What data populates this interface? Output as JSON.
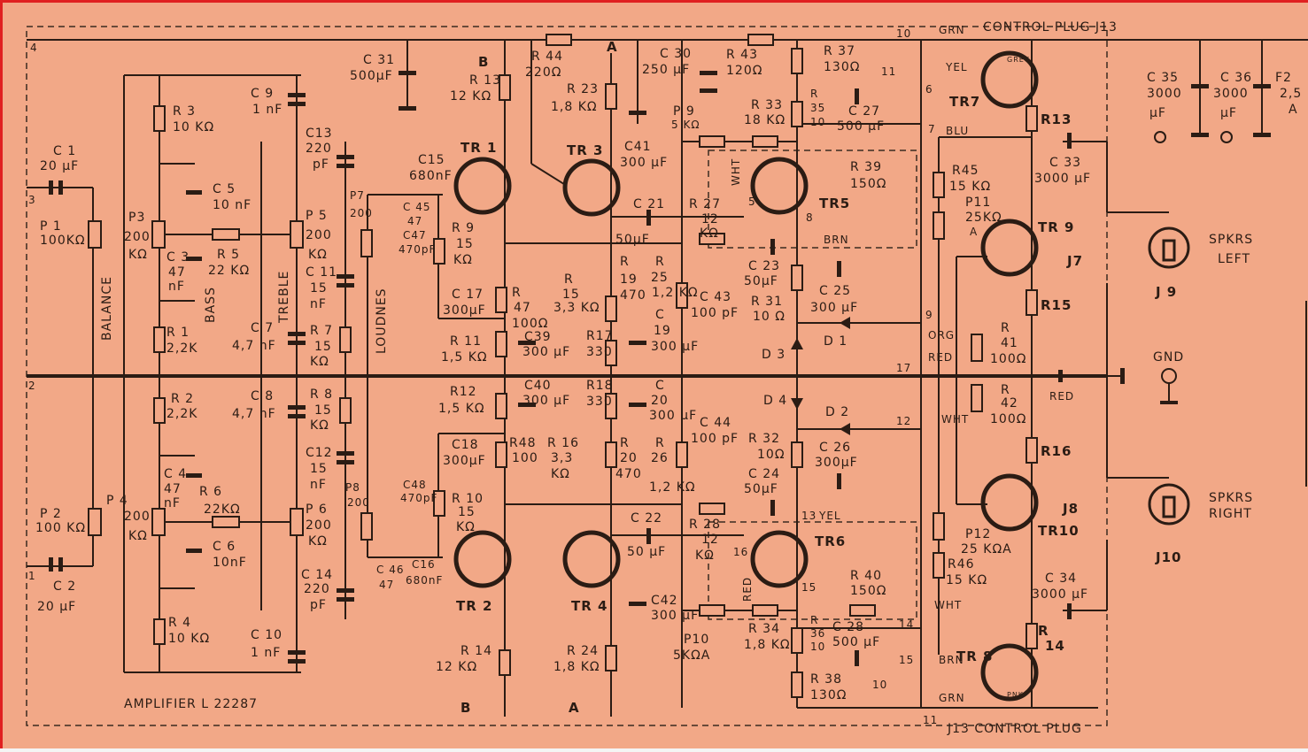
{
  "title": "AMPLIFIER  L  22287",
  "control_plug_top": "CONTROL PLUG  J13",
  "control_plug_bottom": "J13  CONTROL PLUG",
  "nodes": {
    "n4": "4",
    "n3": "3",
    "n2": "2",
    "n1": "1",
    "n10a": "10",
    "n11a": "11",
    "n6": "6",
    "n7": "7",
    "n9": "9",
    "n17": "17",
    "n12": "12",
    "n13": "13",
    "n14": "14",
    "n15": "15",
    "n10b": "10",
    "n11b": "11",
    "n5": "5",
    "n8": "8",
    "n16": "16"
  },
  "wires": {
    "grn_top": "GRN",
    "yel_top": "YEL",
    "blu": "BLU",
    "wht5": "WHT",
    "brn8": "BRN",
    "org": "ORG",
    "red1": "RED",
    "wht2": "WHT",
    "red_gnd": "RED",
    "yel13": "YEL",
    "red16": "RED",
    "wht_b": "WHT",
    "brn15": "BRN",
    "grn_b": "GRN",
    "grey": "GREY",
    "pnk": "PNK"
  },
  "controls": {
    "balance": "BALANCE",
    "bass": "BASS",
    "treble": "TREBLE",
    "loudness": "LOUDNES"
  },
  "transistors": [
    "TR 1",
    "TR 3",
    "TR5",
    "TR7",
    "TR 9",
    "TR 2",
    "TR 4",
    "TR6",
    "TR10",
    "TR 8"
  ],
  "outputs": {
    "spk_left": "SPKRS",
    "left": "LEFT",
    "spk_right": "SPKRS",
    "right": "RIGHT",
    "j7": "J7",
    "j8": "J8",
    "j9": "J 9",
    "j10": "J10",
    "gnd": "GND",
    "a_top": "A",
    "b_top": "B",
    "a_bot": "A",
    "b_bot": "B"
  },
  "parts": {
    "c1": "C 1",
    "c1v": "20 µF",
    "c2": "C 2",
    "c2v": "20 µF",
    "p1": "P 1",
    "p1v": "100KΩ",
    "p2": "P 2",
    "p2v": "100 KΩ",
    "p3": "P3",
    "p3v": "200",
    "p3k": "KΩ",
    "p4": "P 4",
    "p4v": "200",
    "p4k": "KΩ",
    "r3": "R 3",
    "r3v": "10 KΩ",
    "c5": "C 5",
    "c5v": "10 nF",
    "c3": "C 3",
    "c3v": "47",
    "c3n": "nF",
    "r5": "R 5",
    "r5v": "22 KΩ",
    "r1": "R 1",
    "r1v": "2,2K",
    "r2": "R 2",
    "r2v": "2,2K",
    "c4": "C 4",
    "c4v": "47",
    "c4n": "nF",
    "r6": "R 6",
    "r6v": "22KΩ",
    "c6": "C 6",
    "c6v": "10nF",
    "r4": "R 4",
    "r4v": "10  KΩ",
    "c9": "C 9",
    "c9v": "1 nF",
    "c7": "C 7",
    "c7v": "4,7 nF",
    "c8": "C 8",
    "c8v": "4,7 nF",
    "c10": "C 10",
    "c10v": "1 nF",
    "c13": "C13",
    "c13v": "220",
    "c13p": "pF",
    "p5": "P 5",
    "p5v": "200",
    "p5k": "KΩ",
    "c11": "C 11",
    "c11v": "15",
    "c11n": "nF",
    "r7": "R 7",
    "r7v": "15",
    "r7k": "KΩ",
    "r8": "R 8",
    "r8v": "15",
    "r8k": "KΩ",
    "c12": "C12",
    "c12v": "15",
    "c12n": "nF",
    "p6": "P 6",
    "p6v": "200",
    "p6k": "KΩ",
    "c14": "C 14",
    "c14v": "220",
    "c14p": "pF",
    "p7": "P7",
    "p7v": "200",
    "p8": "P8",
    "p8v": "200",
    "c31": "C 31",
    "c31v": "500µF",
    "c15": "C15",
    "c15v": "680nF",
    "c45": "C 45",
    "c45v": "47",
    "c47": "C47",
    "c47v": "470pF",
    "r13": "R 13",
    "r13v": "12 KΩ",
    "r44": "R 44",
    "r44v": "220Ω",
    "r23": "R 23",
    "r23v": "1,8 KΩ",
    "c30": "C 30",
    "c30v": "250 µF",
    "r43": "R 43",
    "r43v": "120Ω",
    "r37": "R 37",
    "r37v": "130Ω",
    "c41": "C41",
    "c41v": "300 µF",
    "p9": "P 9",
    "p9v": "5 KΩ",
    "r33": "R 33",
    "r33v": "18 KΩ",
    "r35": "R",
    "r35v": "35",
    "r35o": "10",
    "c27": "C 27",
    "c27v": "500 µF",
    "r9": "R 9",
    "r9v": "15",
    "r9k": "KΩ",
    "c17": "C 17",
    "c17v": "300µF",
    "c21": "C 21",
    "c21v": "50µF",
    "r27": "R 27",
    "r27v": "12",
    "r27k": "KΩ",
    "r39": "R 39",
    "r39v": "150Ω",
    "c43": "C 43",
    "c43v": "100 pF",
    "c23": "C 23",
    "c23v": "50µF",
    "r31": "R 31",
    "r31v": "10 Ω",
    "c25": "C 25",
    "c25v": "300 µF",
    "r47": "R",
    "r47n": "47",
    "r47v": "100Ω",
    "r15": "R",
    "r15n": "15",
    "r15v": "3,3 KΩ",
    "r19": "R",
    "r19n": "19",
    "r19v": "470",
    "r25": "R",
    "r25n": "25",
    "r25v": "1,2 KΩ",
    "c19": "C",
    "c19n": "19",
    "c19v": "300 µF",
    "r11": "R 11",
    "r11v": "1,5 KΩ",
    "c39": "C39",
    "c39v": "300 µF",
    "r17": "R17",
    "r17v": "330",
    "r12": "R12",
    "r12v": "1,5 KΩ",
    "c40": "C40",
    "c40v": "300 µF",
    "r18": "R18",
    "r18v": "330",
    "c20": "C",
    "c20n": "20",
    "c20v": "300 µF",
    "r48": "R48",
    "r48v": "100",
    "r16": "R 16",
    "r16v": "3,3",
    "r16k": "KΩ",
    "c18": "C18",
    "c18v": "300µF",
    "r20": "R",
    "r20n": "20",
    "r20v": "470",
    "r26": "R",
    "r26n": "26",
    "r26v": "1,2 KΩ",
    "c44": "C 44",
    "c44v": "100 pF",
    "r32": "R 32",
    "r32v": "10Ω",
    "c24": "C 24",
    "c24v": "50µF",
    "c26": "C 26",
    "c26v": "300µF",
    "r10": "R 10",
    "r10v": "15",
    "r10k": "KΩ",
    "c48": "C48",
    "c48v": "470pF",
    "c46": "C 46",
    "c46v": "47",
    "c16": "C16",
    "c16v": "680nF",
    "c22": "C 22",
    "c22v": "50 µF",
    "r28": "R 28",
    "r28v": "12",
    "r28k": "KΩ",
    "r40": "R 40",
    "r40v": "150Ω",
    "r14": "R 14",
    "r14v": "12 KΩ",
    "r24": "R 24",
    "r24v": "1,8 KΩ",
    "c42": "C42",
    "c42v": "300 µF",
    "p10": "P10",
    "p10v": "5KΩA",
    "r34": "R 34",
    "r34v": "1,8 KΩ",
    "r36": "R",
    "r36v": "36",
    "r36o": "10",
    "c28": "C 28",
    "c28v": "500 µF",
    "r38": "R 38",
    "r38v": "130Ω",
    "d1": "D 1",
    "d2": "D 2",
    "d3": "D 3",
    "d4": "D 4",
    "r45": "R45",
    "r45v": "15 KΩ",
    "p11": "P11",
    "p11v": "25KΩ",
    "p11a": "A",
    "r41": "R",
    "r41n": "41",
    "r41v": "100Ω",
    "r42": "R",
    "r42n": "42",
    "r42v": "100Ω",
    "p12": "P12",
    "p12v": "25 KΩA",
    "r46": "R46",
    "r46v": "15 KΩ",
    "r13o": "R13",
    "r15o": "R15",
    "r16o": "R16",
    "r14o": "R",
    "r14on": "14",
    "c33": "C 33",
    "c33v": "3000 µF",
    "c34": "C 34",
    "c34v": "3000 µF",
    "c35": "C 35",
    "c35v": "3000",
    "c35u": "µF",
    "c36": "C 36",
    "c36v": "3000",
    "c36u": "µF",
    "f2": "F2",
    "f2v": "2,5",
    "f2a": "A"
  }
}
